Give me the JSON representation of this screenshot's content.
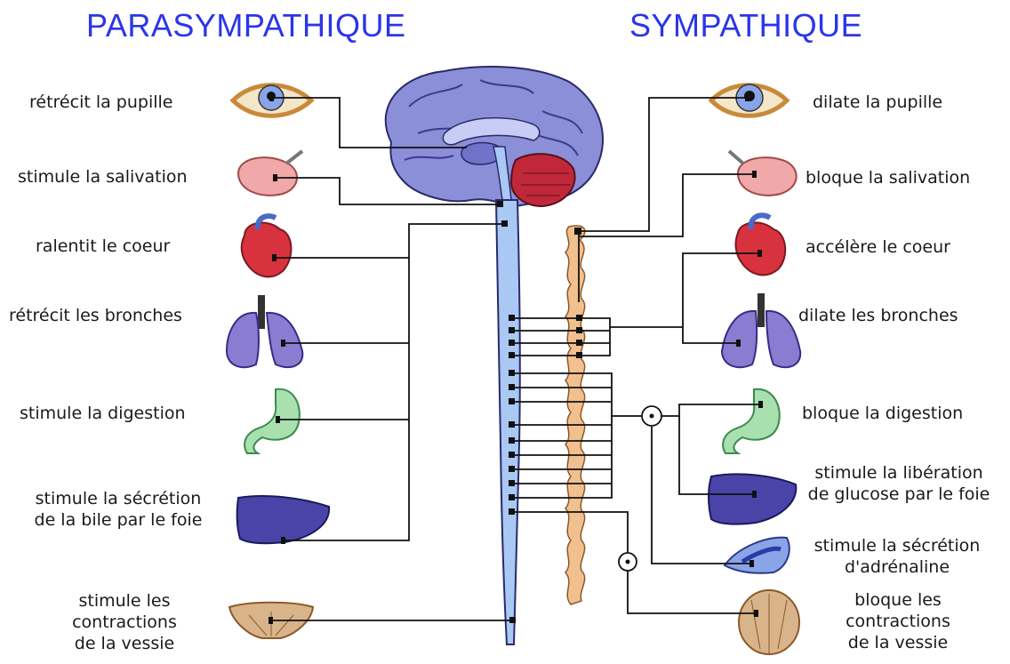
{
  "headers": {
    "parasympathetic": "PARASYMPATHIQUE",
    "sympathetic": "SYMPATHIQUE"
  },
  "parasympathetic_effects": [
    {
      "organ": "eye",
      "lines": [
        "rétrécit la pupille"
      ]
    },
    {
      "organ": "salivary-gland",
      "lines": [
        "stimule la salivation"
      ]
    },
    {
      "organ": "heart",
      "lines": [
        "ralentit le coeur"
      ]
    },
    {
      "organ": "lungs",
      "lines": [
        "rétrécit les bronches"
      ]
    },
    {
      "organ": "stomach",
      "lines": [
        "stimule la digestion"
      ]
    },
    {
      "organ": "liver",
      "lines": [
        "stimule la sécrétion",
        "de la bile par le foie"
      ]
    },
    {
      "organ": "bladder",
      "lines": [
        "stimule les",
        "contractions",
        "de la vessie"
      ]
    }
  ],
  "sympathetic_effects": [
    {
      "organ": "eye",
      "lines": [
        "dilate la pupille"
      ]
    },
    {
      "organ": "salivary-gland",
      "lines": [
        "bloque la salivation"
      ]
    },
    {
      "organ": "heart",
      "lines": [
        "accélère le coeur"
      ]
    },
    {
      "organ": "lungs",
      "lines": [
        "dilate les bronches"
      ]
    },
    {
      "organ": "stomach",
      "lines": [
        "bloque la digestion"
      ]
    },
    {
      "organ": "liver",
      "lines": [
        "stimule la libération",
        "de glucose par le foie"
      ]
    },
    {
      "organ": "adrenal-gland",
      "lines": [
        "stimule la sécrétion",
        "d'adrénaline"
      ]
    },
    {
      "organ": "bladder",
      "lines": [
        "bloque les",
        "contractions",
        "de la vessie"
      ]
    }
  ],
  "colors": {
    "header": "#2b35e8",
    "brain": "#8a8fd8",
    "cerebellum": "#c0283a",
    "spinal_cord": "#a9c8f4",
    "sympathetic_chain": "#f0c08e",
    "liver": "#4a44a8",
    "lungs": "#8a7cd0",
    "stomach": "#a8e0b0",
    "heart": "#d8323e",
    "gland": "#f0a8a8",
    "bladder": "#d9b48a"
  }
}
